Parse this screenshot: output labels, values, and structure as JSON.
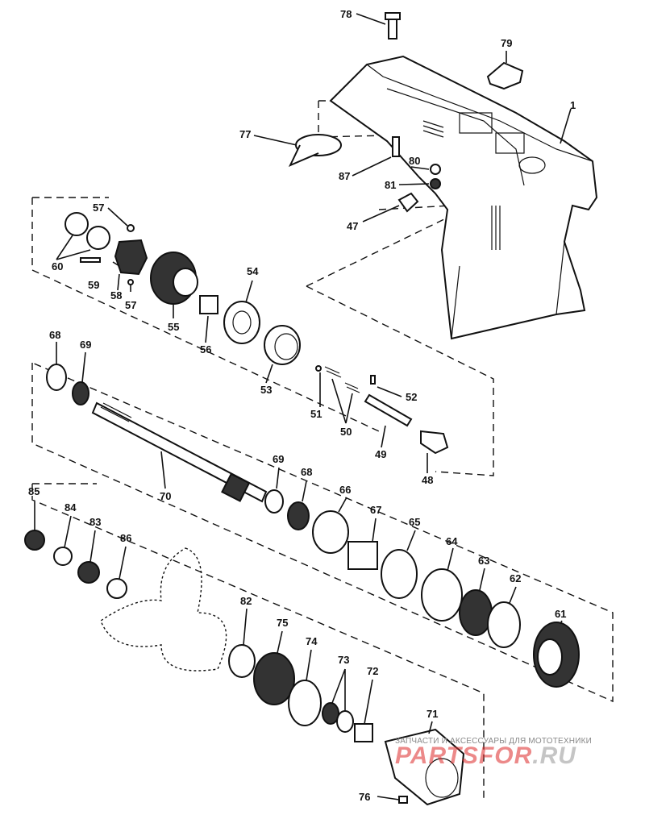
{
  "labels": [
    "1",
    "47",
    "48",
    "49",
    "50",
    "51",
    "52",
    "53",
    "54",
    "55",
    "56",
    "57",
    "57",
    "58",
    "59",
    "60",
    "61",
    "62",
    "63",
    "64",
    "65",
    "66",
    "67",
    "68",
    "68",
    "69",
    "69",
    "70",
    "71",
    "72",
    "73",
    "74",
    "75",
    "76",
    "77",
    "78",
    "79",
    "80",
    "81",
    "82",
    "83",
    "84",
    "85",
    "86",
    "87"
  ],
  "watermark": {
    "tagline": "ЗАПЧАСТИ И АКСЕССУАРЫ ДЛЯ МОТОТЕХНИКИ",
    "brand_main": "PARTSFOR",
    "brand_tld": ".RU",
    "brand_color": "#dc2828"
  },
  "colors": {
    "ink": "#111111",
    "paper": "#ffffff"
  }
}
